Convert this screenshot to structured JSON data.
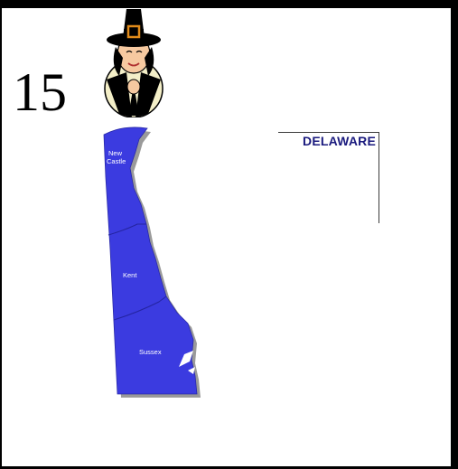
{
  "page_number": "15",
  "state_name": "DELAWARE",
  "counties": [
    {
      "line1": "New",
      "line2": "Castle"
    },
    {
      "line1": "Kent"
    },
    {
      "line1": "Sussex"
    }
  ],
  "colors": {
    "state_fill": "#3b3be0",
    "state_shadow": "#9a9a9a",
    "title_text": "#1a1a7e"
  },
  "icons": [
    "pilgrim-character-icon"
  ]
}
